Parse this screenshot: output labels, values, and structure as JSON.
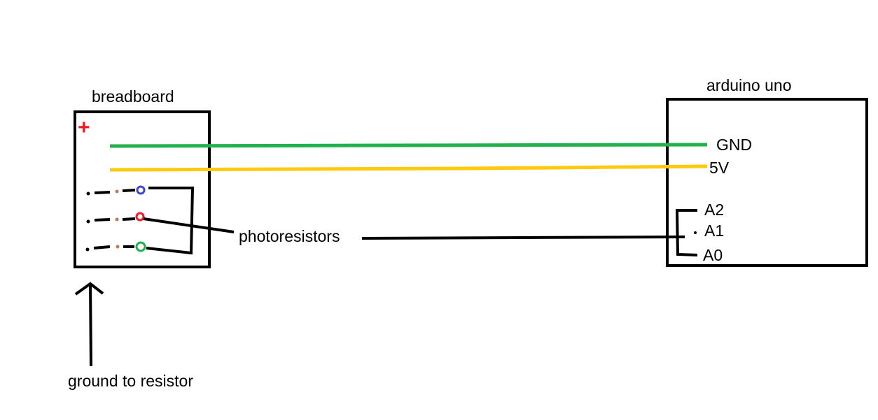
{
  "labels": {
    "breadboard": "breadboard",
    "arduino": "arduino uno",
    "plus": "+",
    "gnd": "GND",
    "v5": "5V",
    "a2": "A2",
    "a1": "A1",
    "a0": "A0",
    "photoresistors": "photoresistors",
    "ground_to_resistor": "ground to resistor"
  },
  "colors": {
    "outline": "#000000",
    "gnd_wire": "#22b14c",
    "v5_wire": "#ffc90e",
    "plus_sign": "#ed1c24",
    "photoresistor_1": "#3f48cc",
    "photoresistor_2": "#ed1c24",
    "photoresistor_3": "#22b14c",
    "resistor_dot": "#b97a57"
  }
}
